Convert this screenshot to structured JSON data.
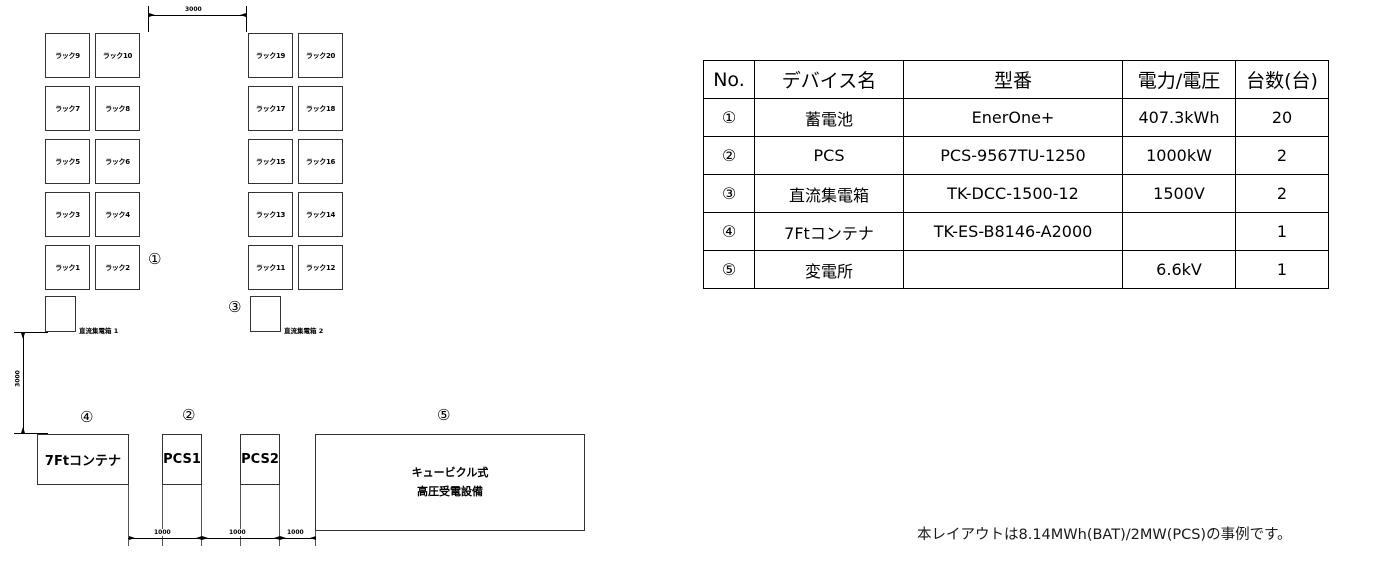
{
  "diagram": {
    "racks_left": [
      {
        "label": "ラック9"
      },
      {
        "label": "ラック10"
      },
      {
        "label": "ラック7"
      },
      {
        "label": "ラック8"
      },
      {
        "label": "ラック5"
      },
      {
        "label": "ラック6"
      },
      {
        "label": "ラック3"
      },
      {
        "label": "ラック4"
      },
      {
        "label": "ラック1"
      },
      {
        "label": "ラック2"
      }
    ],
    "racks_right": [
      {
        "label": "ラック19"
      },
      {
        "label": "ラック20"
      },
      {
        "label": "ラック17"
      },
      {
        "label": "ラック18"
      },
      {
        "label": "ラック15"
      },
      {
        "label": "ラック16"
      },
      {
        "label": "ラック13"
      },
      {
        "label": "ラック14"
      },
      {
        "label": "ラック11"
      },
      {
        "label": "ラック12"
      }
    ],
    "dc_box_1_label": "直流集電箱 1",
    "dc_box_2_label": "直流集電箱 2",
    "markers": {
      "battery": "①",
      "pcs": "②",
      "dc_collector": "③",
      "container": "④",
      "substation": "⑤"
    },
    "equipment": {
      "container": "7Ftコンテナ",
      "pcs1": "PCS1",
      "pcs2": "PCS2",
      "cubicle_line1": "キュービクル式",
      "cubicle_line2": "高圧受電設備"
    },
    "dimensions": {
      "top_gap": "3000",
      "left_vertical": "3000",
      "gap_1": "1000",
      "gap_2": "1000",
      "gap_3": "1000"
    }
  },
  "spec_table": {
    "headers": [
      "No.",
      "デバイス名",
      "型番",
      "電力/電圧",
      "台数(台)"
    ],
    "rows": [
      {
        "no": "①",
        "device": "蓄電池",
        "model": "EnerOne+",
        "power": "407.3kWh",
        "qty": "20"
      },
      {
        "no": "②",
        "device": "PCS",
        "model": "PCS-9567TU-1250",
        "power": "1000kW",
        "qty": "2"
      },
      {
        "no": "③",
        "device": "直流集電箱",
        "model": "TK-DCC-1500-12",
        "power": "1500V",
        "qty": "2"
      },
      {
        "no": "④",
        "device": "7Ftコンテナ",
        "model": "TK-ES-B8146-A2000",
        "power": "",
        "qty": "1"
      },
      {
        "no": "⑤",
        "device": "変電所",
        "model": "",
        "power": "6.6kV",
        "qty": "1"
      }
    ]
  },
  "caption": "本レイアウトは8.14MWh(BAT)/2MW(PCS)の事例です。"
}
